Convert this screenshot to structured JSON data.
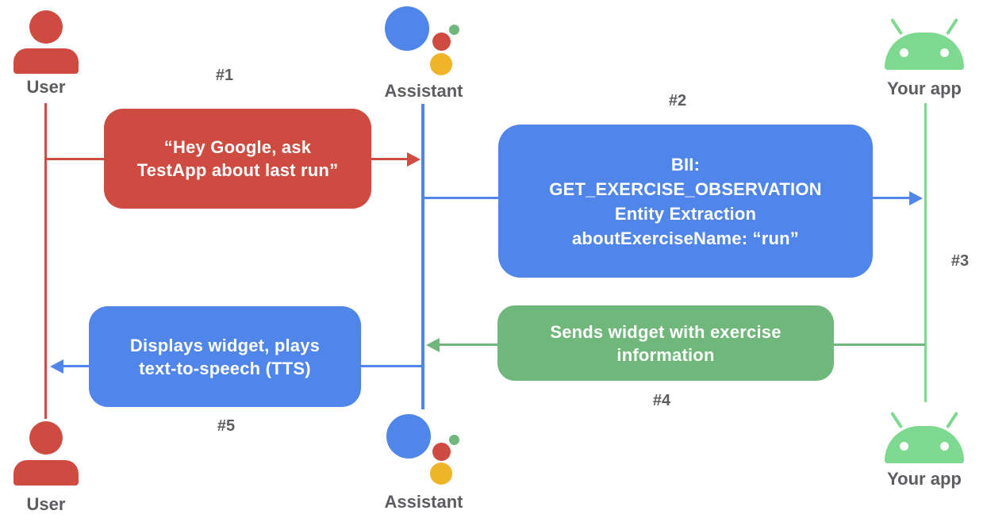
{
  "diagram": {
    "actors": {
      "user_top": {
        "label": "User",
        "icon": "person-icon"
      },
      "assistant_top": {
        "label": "Assistant",
        "icon": "google-assistant-logo"
      },
      "app_top": {
        "label": "Your app",
        "icon": "android-robot-icon"
      },
      "user_bottom": {
        "label": "User",
        "icon": "person-icon"
      },
      "assistant_bottom": {
        "label": "Assistant",
        "icon": "google-assistant-logo"
      },
      "app_bottom": {
        "label": "Your app",
        "icon": "android-robot-icon"
      }
    },
    "steps": [
      {
        "id": "#1",
        "from": "User",
        "to": "Assistant",
        "color": "red",
        "lines": [
          "“Hey Google, ask",
          "TestApp about last run”"
        ]
      },
      {
        "id": "#2",
        "from": "Assistant",
        "to": "Your app",
        "color": "blue",
        "lines": [
          "BII:",
          "GET_EXERCISE_OBSERVATION",
          "Entity Extraction",
          "aboutExerciseName: “run”"
        ]
      },
      {
        "id": "#3",
        "from": "Your app",
        "to": "Your app",
        "color": "green",
        "lines": []
      },
      {
        "id": "#4",
        "from": "Your app",
        "to": "Assistant",
        "color": "green",
        "lines": [
          "Sends widget with exercise",
          "information"
        ]
      },
      {
        "id": "#5",
        "from": "Assistant",
        "to": "User",
        "color": "blue",
        "lines": [
          "Displays widget, plays",
          "text-to-speech (TTS)"
        ]
      }
    ],
    "colors": {
      "red": "#CD4B40",
      "blue": "#5086E9",
      "green": "#6FB77A",
      "android_green": "#7CD98F",
      "yellow": "#F0B429",
      "label_gray": "#5B5D60"
    }
  }
}
